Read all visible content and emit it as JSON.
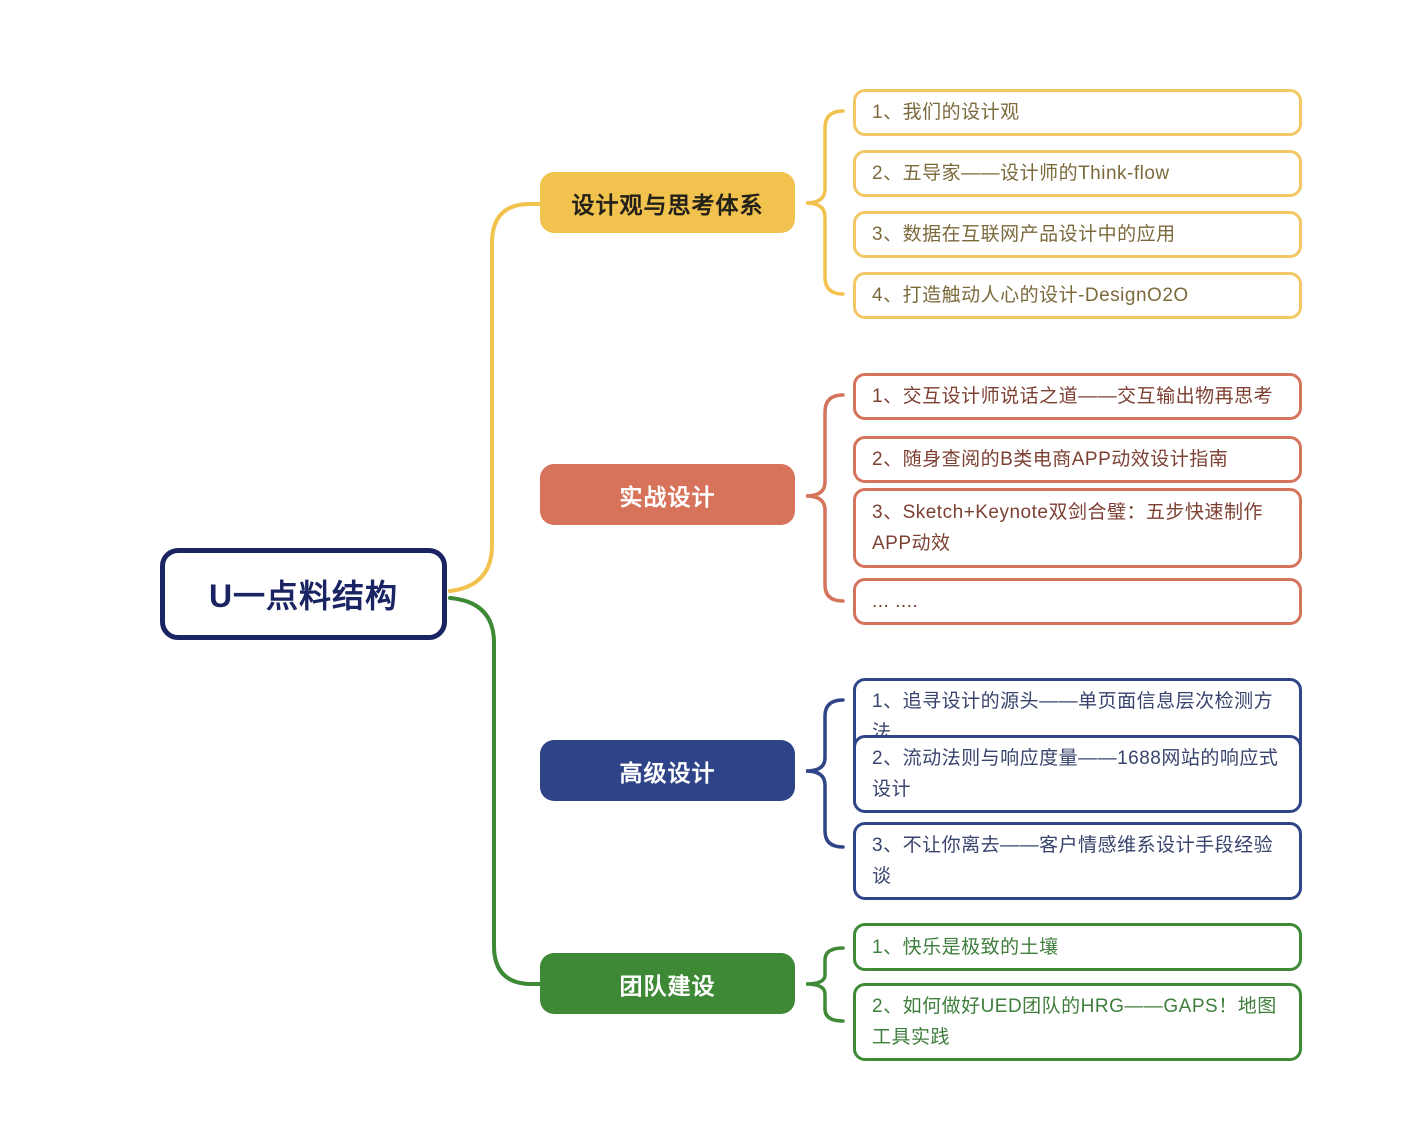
{
  "root": {
    "label": "U一点料结构"
  },
  "colors": {
    "root_navy": "#1b2463",
    "yellow": "#f2c24e",
    "yellow_light": "#f2c765",
    "salmon": "#d7735a",
    "salmon_border": "#d5745c",
    "blue": "#2e4388",
    "blue_border": "#2f4587",
    "green": "#3e8935",
    "green_border": "#3f8a37"
  },
  "branches": [
    {
      "label": "设计观与思考体系",
      "color": "#f2c24e",
      "items": [
        "1、我们的设计观",
        "2、五导家——设计师的Think-flow",
        "3、数据在互联网产品设计中的应用",
        "4、打造触动人心的设计-DesignO2O"
      ]
    },
    {
      "label": "实战设计",
      "color": "#d7735a",
      "items": [
        "1、交互设计师说话之道——交互输出物再思考",
        "2、随身查阅的B类电商APP动效设计指南",
        "3、Sketch+Keynote双剑合璧：五步快速制作APP动效",
        "... ...."
      ]
    },
    {
      "label": "高级设计",
      "color": "#2e4388",
      "items": [
        "1、追寻设计的源头——单页面信息层次检测方法",
        "2、流动法则与响应度量——1688网站的响应式设计",
        "3、不让你离去——客户情感维系设计手段经验谈"
      ]
    },
    {
      "label": "团队建设",
      "color": "#3e8935",
      "items": [
        "1、快乐是极致的土壤",
        "2、如何做好UED团队的HRG——GAPS！地图工具实践"
      ]
    }
  ]
}
